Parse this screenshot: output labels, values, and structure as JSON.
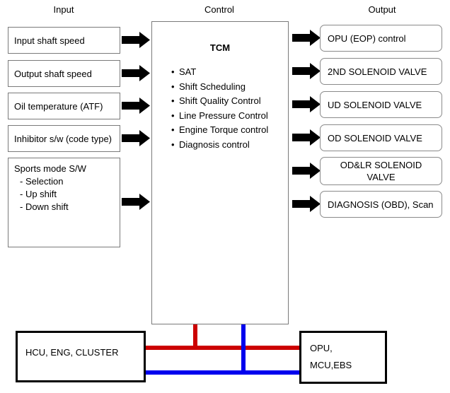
{
  "headers": {
    "input": "Input",
    "control": "Control",
    "output": "Output"
  },
  "input": {
    "boxes": [
      {
        "label": "Input shaft speed"
      },
      {
        "label": "Output shaft speed"
      },
      {
        "label": "Oil temperature (ATF)"
      },
      {
        "label": "Inhibitor s/w (code type)"
      }
    ],
    "sports_mode": {
      "title": "Sports mode S/W",
      "items": [
        "- Selection",
        "- Up shift",
        "- Down shift"
      ]
    }
  },
  "control": {
    "title": "TCM",
    "items": [
      "SAT",
      "Shift Scheduling",
      "Shift Quality Control",
      "Line Pressure Control",
      "Engine Torque control",
      "Diagnosis control"
    ],
    "bullet": "•"
  },
  "output": {
    "boxes": [
      {
        "label": "OPU (EOP) control"
      },
      {
        "label": "2ND SOLENOID VALVE"
      },
      {
        "label": "UD SOLENOID VALVE"
      },
      {
        "label": "OD SOLENOID VALVE"
      },
      {
        "label_line1": "OD&LR SOLENOID",
        "label_line2": "VALVE"
      },
      {
        "label": "DIAGNOSIS (OBD), Scan"
      }
    ]
  },
  "bottom": {
    "left_node": "HCU, ENG, CLUSTER",
    "right_node_line1": "OPU,",
    "right_node_line2": "MCU,EBS"
  },
  "colors": {
    "bus_red": "#cc0000",
    "bus_blue": "#0000ee",
    "arrow": "#000000",
    "box_border": "#7a7a7a"
  }
}
